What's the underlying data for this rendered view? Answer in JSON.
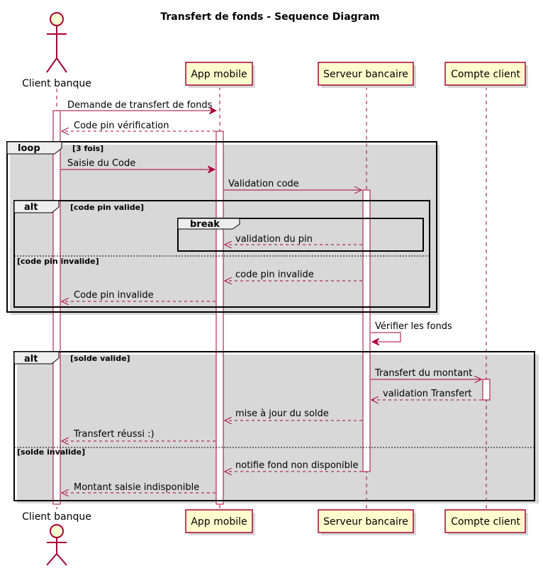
{
  "title": "Transfert de fonds - Sequence Diagram",
  "participants": [
    {
      "id": "client",
      "label": "Client banque",
      "kind": "actor"
    },
    {
      "id": "app",
      "label": "App mobile",
      "kind": "participant"
    },
    {
      "id": "server",
      "label": "Serveur bancaire",
      "kind": "participant"
    },
    {
      "id": "compte",
      "label": "Compte client",
      "kind": "participant"
    }
  ],
  "messages": [
    {
      "label": "Demande de transfert de fonds",
      "from": "client",
      "to": "app",
      "style": "solid"
    },
    {
      "label": "Code pin vérification",
      "from": "app",
      "to": "client",
      "style": "dashed"
    },
    {
      "label": "Saisie du Code",
      "from": "client",
      "to": "app",
      "style": "solid"
    },
    {
      "label": "Validation code",
      "from": "app",
      "to": "server",
      "style": "solid"
    },
    {
      "label": "validation du pin",
      "from": "server",
      "to": "app",
      "style": "dashed"
    },
    {
      "label": "code pin invalide",
      "from": "server",
      "to": "app",
      "style": "dashed"
    },
    {
      "label": "Code pin invalide",
      "from": "app",
      "to": "client",
      "style": "dashed"
    },
    {
      "label": "Vérifier les fonds",
      "from": "server",
      "to": "server",
      "style": "self"
    },
    {
      "label": "Transfert du montant",
      "from": "server",
      "to": "compte",
      "style": "solid"
    },
    {
      "label": "validation Transfert",
      "from": "compte",
      "to": "server",
      "style": "dashed"
    },
    {
      "label": "mise à jour du solde",
      "from": "server",
      "to": "app",
      "style": "dashed"
    },
    {
      "label": "Transfert réussi :)",
      "from": "app",
      "to": "client",
      "style": "dashed"
    },
    {
      "label": "notifie fond non disponible",
      "from": "server",
      "to": "app",
      "style": "dashed"
    },
    {
      "label": "Montant saisie indisponible",
      "from": "app",
      "to": "client",
      "style": "dashed"
    }
  ],
  "fragments": [
    {
      "kind": "loop",
      "guard": "[3 fois]"
    },
    {
      "kind": "alt",
      "guard": "[code pin valide]",
      "else_guard": "[code pin invalide]"
    },
    {
      "kind": "break",
      "guard": ""
    },
    {
      "kind": "alt",
      "guard": "[solde valide]",
      "else_guard": "[solde invalide]"
    }
  ],
  "colors": {
    "participant_fill": "#FEFECE",
    "border": "#A80036",
    "fragment_tab": "#EEEEEE"
  }
}
